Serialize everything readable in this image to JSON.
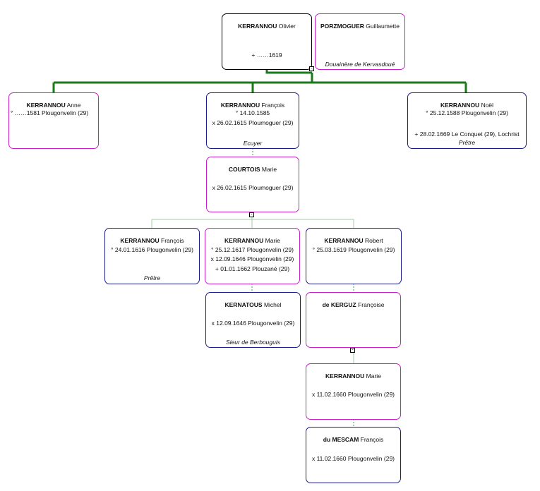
{
  "colors": {
    "male": "#1c1c8a",
    "female": "#c81ec8",
    "line": "#1a7a1a",
    "couple": "#33aa33"
  },
  "persons": {
    "olivier": {
      "surname": "KERRANNOU",
      "given": "Olivier",
      "death": "+ ……1619"
    },
    "guillaumette": {
      "surname": "PORZMOGUER",
      "given": "Guillaumette",
      "title": "Douainère de Kervasdoué"
    },
    "anne": {
      "surname": "KERRANNOU",
      "given": "Anne",
      "birth": "° ……1581 Plougonvelin (29)"
    },
    "francois1": {
      "surname": "KERRANNOU",
      "given": "François",
      "birth": "° 14.10.1585",
      "marriage": "x 26.02.1615 Ploumoguer (29)",
      "title": "Ecuyer"
    },
    "noel": {
      "surname": "KERRANNOU",
      "given": "Noël",
      "birth": "° 25.12.1588 Plougonvelin (29)",
      "death": "+ 28.02.1669 Le Conquet (29), Lochrist",
      "title": "Prêtre"
    },
    "courtois": {
      "surname": "COURTOIS",
      "given": "Marie",
      "marriage": "x 26.02.1615 Ploumoguer (29)"
    },
    "francois2": {
      "surname": "KERRANNOU",
      "given": "François",
      "birth": "° 24.01.1616 Plougonvelin (29)",
      "title": "Prêtre"
    },
    "marie1": {
      "surname": "KERRANNOU",
      "given": "Marie",
      "birth": "° 25.12.1617 Plougonvelin (29)",
      "marriage": "x 12.09.1646 Plougonvelin (29)",
      "death": "+ 01.01.1662 Plouzané (29)"
    },
    "robert": {
      "surname": "KERRANNOU",
      "given": "Robert",
      "birth": "° 25.03.1619 Plougonvelin (29)"
    },
    "kernatous": {
      "surname": "KERNATOUS",
      "given": "Michel",
      "marriage": "x 12.09.1646 Plougonvelin (29)",
      "title": "Sieur de Berbouguis"
    },
    "kerguz": {
      "surname": "de KERGUZ",
      "given": "Françoise"
    },
    "marie2": {
      "surname": "KERRANNOU",
      "given": "Marie",
      "marriage": "x 11.02.1660 Plougonvelin (29)"
    },
    "mescam": {
      "surname": "du MESCAM",
      "given": "François",
      "marriage": "x 11.02.1660 Plougonvelin (29)"
    }
  },
  "toggles": {
    "collapse": "-"
  }
}
